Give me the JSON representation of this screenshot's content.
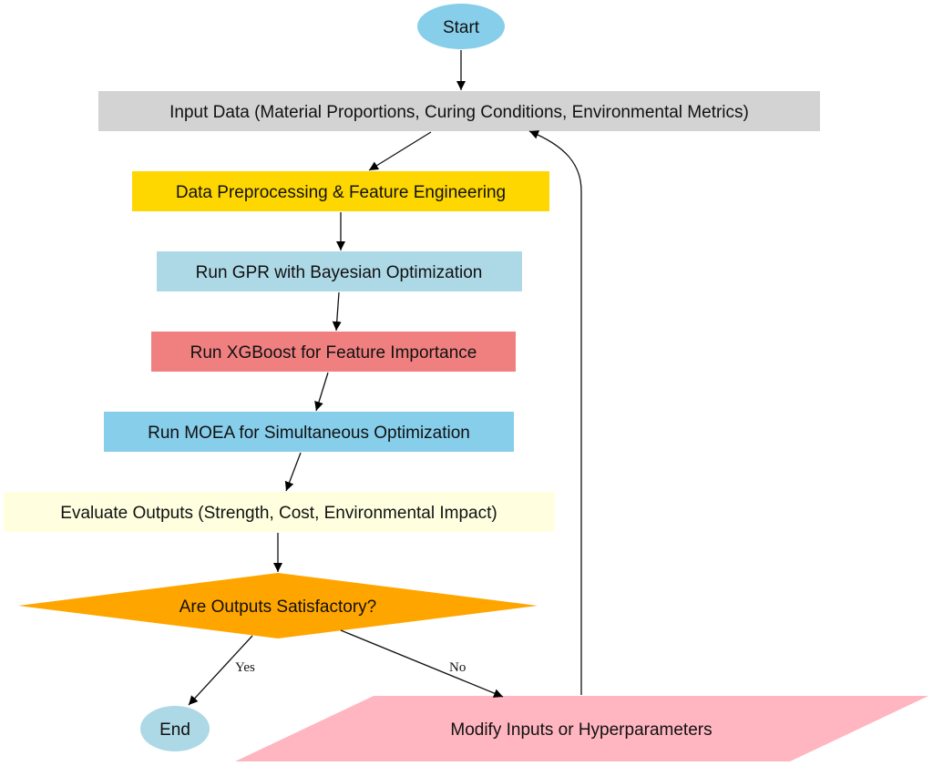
{
  "diagram": {
    "type": "flowchart",
    "nodes": {
      "start": {
        "label": "Start",
        "shape": "ellipse",
        "color": "#87CEEB"
      },
      "input": {
        "label": "Input Data (Material Proportions, Curing Conditions, Environmental Metrics)",
        "shape": "rectangle",
        "color": "#D3D3D3"
      },
      "preprocess": {
        "label": "Data Preprocessing & Feature Engineering",
        "shape": "rectangle",
        "color": "#FFD700"
      },
      "gpr": {
        "label": "Run GPR with Bayesian Optimization",
        "shape": "rectangle",
        "color": "#ADD8E6"
      },
      "xgboost": {
        "label": "Run XGBoost for Feature Importance",
        "shape": "rectangle",
        "color": "#F08080"
      },
      "moea": {
        "label": "Run MOEA for Simultaneous Optimization",
        "shape": "rectangle",
        "color": "#87CEEB"
      },
      "evaluate": {
        "label": "Evaluate Outputs (Strength, Cost, Environmental Impact)",
        "shape": "rectangle",
        "color": "#FFFFE0"
      },
      "decision": {
        "label": "Are Outputs Satisfactory?",
        "shape": "diamond",
        "color": "#FFA500"
      },
      "end": {
        "label": "End",
        "shape": "ellipse",
        "color": "#ADD8E6"
      },
      "modify": {
        "label": "Modify Inputs or Hyperparameters",
        "shape": "parallelogram",
        "color": "#FFB6C1"
      }
    },
    "edges": [
      {
        "from": "start",
        "to": "input",
        "label": ""
      },
      {
        "from": "input",
        "to": "preprocess",
        "label": ""
      },
      {
        "from": "preprocess",
        "to": "gpr",
        "label": ""
      },
      {
        "from": "gpr",
        "to": "xgboost",
        "label": ""
      },
      {
        "from": "xgboost",
        "to": "moea",
        "label": ""
      },
      {
        "from": "moea",
        "to": "evaluate",
        "label": ""
      },
      {
        "from": "evaluate",
        "to": "decision",
        "label": ""
      },
      {
        "from": "decision",
        "to": "end",
        "label": "Yes"
      },
      {
        "from": "decision",
        "to": "modify",
        "label": "No"
      },
      {
        "from": "modify",
        "to": "input",
        "label": ""
      }
    ]
  }
}
